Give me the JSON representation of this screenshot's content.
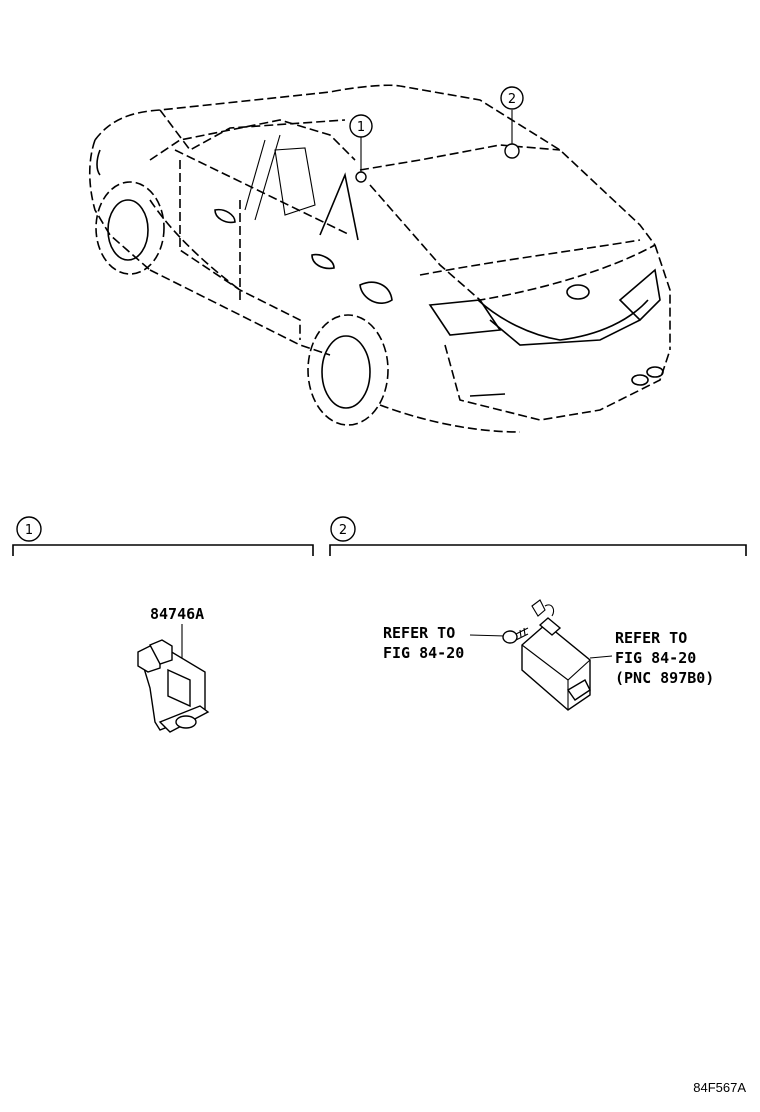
{
  "callouts": [
    "1",
    "2"
  ],
  "section1": {
    "part_number": "84746A"
  },
  "section2": {
    "ref_left": [
      "REFER TO",
      "FIG 84-20"
    ],
    "ref_right": [
      "REFER TO",
      "FIG 84-20",
      "(PNC 897B0)"
    ]
  },
  "figure_code": "84F567A"
}
